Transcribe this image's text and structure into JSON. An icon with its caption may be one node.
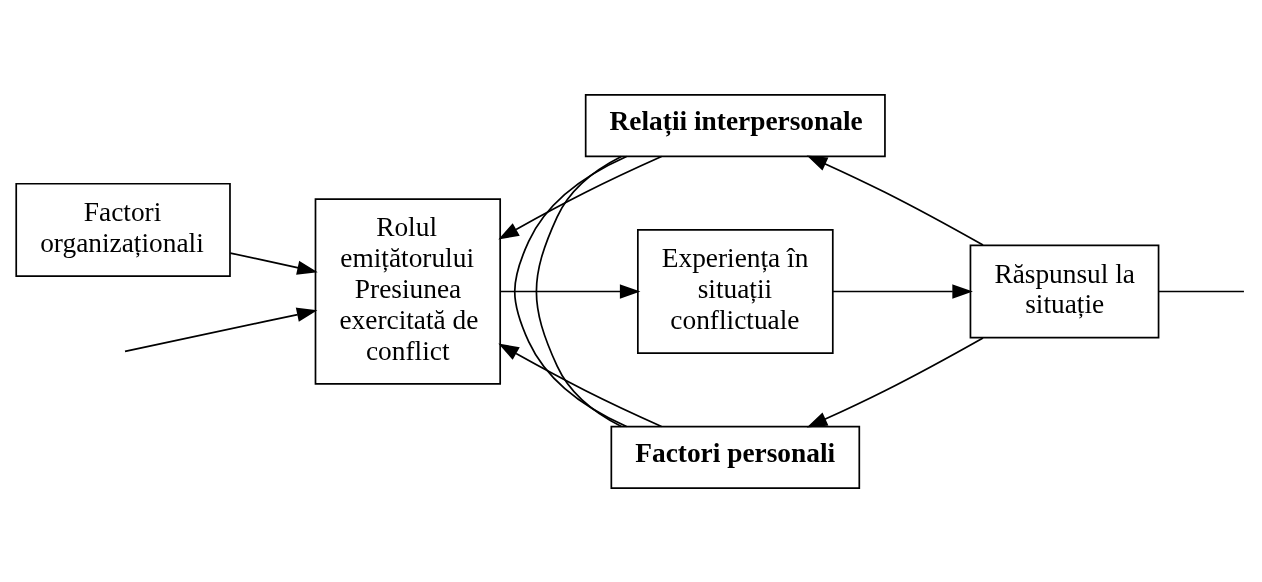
{
  "diagram": {
    "nodes": [
      {
        "text": [
          "Factori organizaționali"
        ]
      },
      {
        "text": [
          "Relații interpersonale"
        ]
      },
      {
        "text": [
          "Rolul emițătorului Presiunea exercitată de conflict"
        ]
      },
      {
        "text": [
          "Experiența în situații conflictuale"
        ]
      },
      {
        "text": [
          "Răspunsul la situație"
        ]
      },
      {
        "text": [
          "Factori personali"
        ]
      }
    ],
    "edges": [
      {
        "from": 0,
        "to": 2,
        "arrow": "to"
      },
      {
        "from": 1,
        "to": 2,
        "arrow": "to"
      },
      {
        "from": 2,
        "to": 3,
        "arrow": "to"
      },
      {
        "from": 3,
        "to": 4,
        "arrow": "to"
      },
      {
        "from": 4,
        "to": 1,
        "arrow": "to"
      },
      {
        "from": 4,
        "to": 5,
        "arrow": "to"
      },
      {
        "from": 5,
        "to": 2,
        "arrow": "to"
      },
      {
        "from": 1,
        "to": 5,
        "arrow": "none"
      },
      {
        "from": 1,
        "to": 5,
        "arrow": "none"
      },
      {
        "from": 4,
        "to": null,
        "arrow": "none"
      },
      {
        "from": null,
        "to": 2,
        "arrow": "to"
      }
    ]
  }
}
